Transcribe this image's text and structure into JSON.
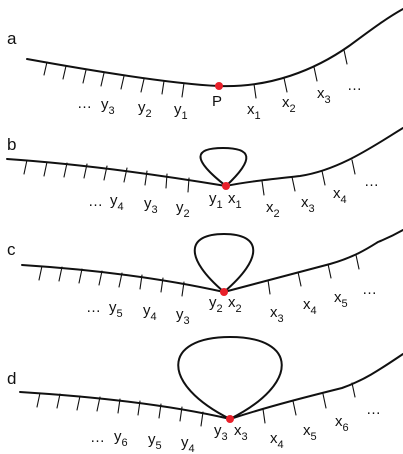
{
  "accent_color": "#e8202a",
  "panels": {
    "a": {
      "letter": "a",
      "left_ellipsis": "…",
      "left_labels": [
        {
          "base": "y",
          "sub": "3"
        },
        {
          "base": "y",
          "sub": "2"
        },
        {
          "base": "y",
          "sub": "1"
        }
      ],
      "center_label": "P",
      "right_labels": [
        {
          "base": "x",
          "sub": "1"
        },
        {
          "base": "x",
          "sub": "2"
        },
        {
          "base": "x",
          "sub": "3"
        }
      ],
      "right_ellipsis": "…"
    },
    "b": {
      "letter": "b",
      "left_ellipsis": "…",
      "left_labels": [
        {
          "base": "y",
          "sub": "4"
        },
        {
          "base": "y",
          "sub": "3"
        },
        {
          "base": "y",
          "sub": "2"
        },
        {
          "base": "y",
          "sub": "1"
        }
      ],
      "right_labels": [
        {
          "base": "x",
          "sub": "1"
        },
        {
          "base": "x",
          "sub": "2"
        },
        {
          "base": "x",
          "sub": "3"
        },
        {
          "base": "x",
          "sub": "4"
        }
      ],
      "right_ellipsis": "…"
    },
    "c": {
      "letter": "c",
      "left_ellipsis": "…",
      "left_labels": [
        {
          "base": "y",
          "sub": "5"
        },
        {
          "base": "y",
          "sub": "4"
        },
        {
          "base": "y",
          "sub": "3"
        },
        {
          "base": "y",
          "sub": "2"
        }
      ],
      "right_labels": [
        {
          "base": "x",
          "sub": "2"
        },
        {
          "base": "x",
          "sub": "3"
        },
        {
          "base": "x",
          "sub": "4"
        },
        {
          "base": "x",
          "sub": "5"
        }
      ],
      "right_ellipsis": "…"
    },
    "d": {
      "letter": "d",
      "left_ellipsis": "…",
      "left_labels": [
        {
          "base": "y",
          "sub": "6"
        },
        {
          "base": "y",
          "sub": "5"
        },
        {
          "base": "y",
          "sub": "4"
        },
        {
          "base": "y",
          "sub": "3"
        }
      ],
      "right_labels": [
        {
          "base": "x",
          "sub": "3"
        },
        {
          "base": "x",
          "sub": "4"
        },
        {
          "base": "x",
          "sub": "5"
        },
        {
          "base": "x",
          "sub": "6"
        }
      ],
      "right_ellipsis": "…"
    }
  }
}
